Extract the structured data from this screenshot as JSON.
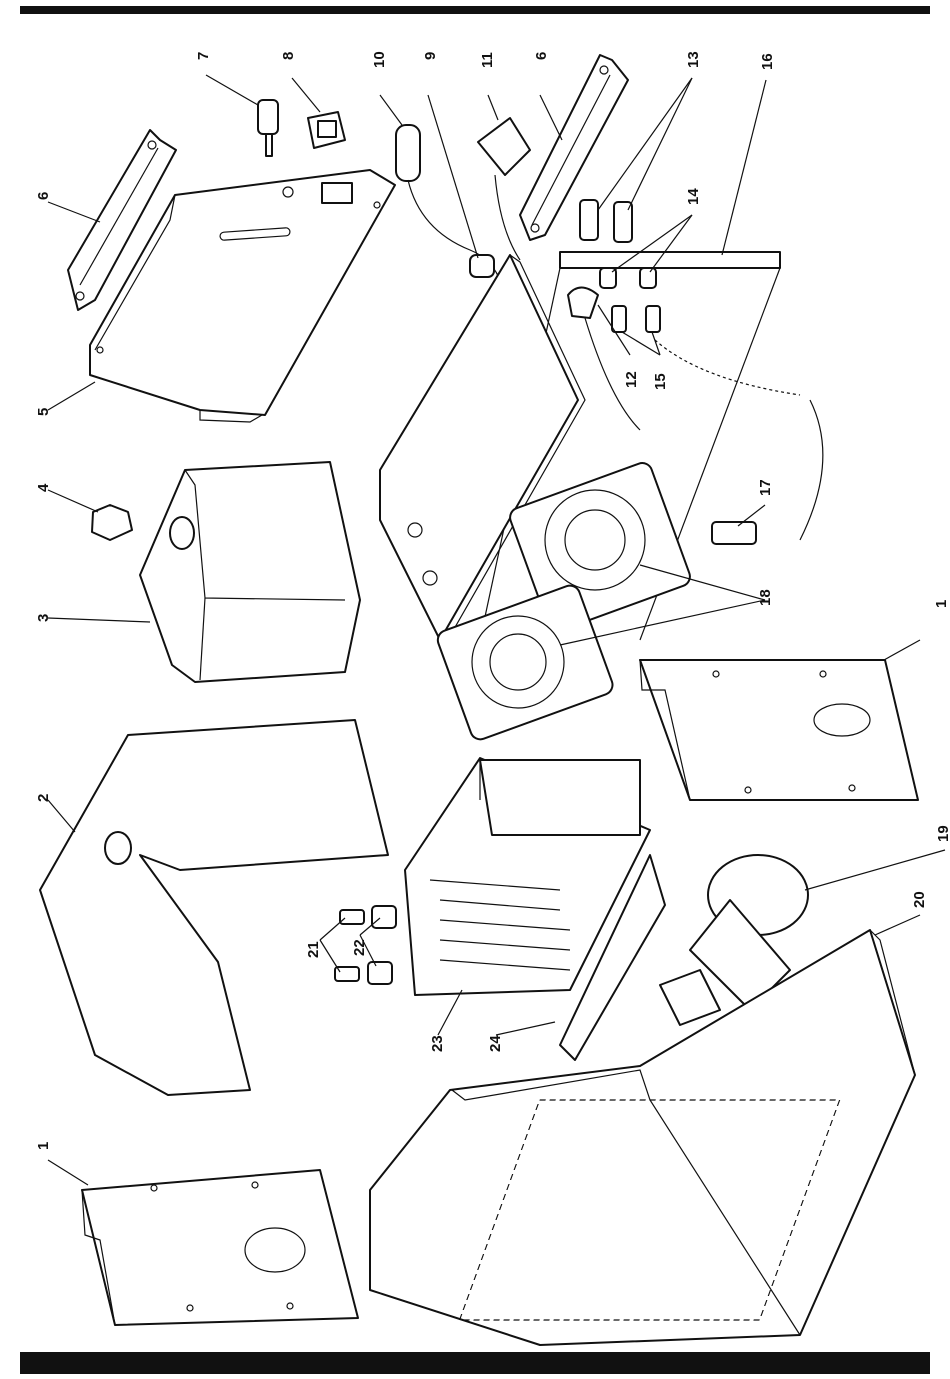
{
  "parts": [
    {
      "id": "p1a",
      "label": "1"
    },
    {
      "id": "p1b",
      "label": "1"
    },
    {
      "id": "p2",
      "label": "2"
    },
    {
      "id": "p3",
      "label": "3"
    },
    {
      "id": "p4",
      "label": "4"
    },
    {
      "id": "p5",
      "label": "5"
    },
    {
      "id": "p6a",
      "label": "6"
    },
    {
      "id": "p6b",
      "label": "6"
    },
    {
      "id": "p7",
      "label": "7"
    },
    {
      "id": "p8",
      "label": "8"
    },
    {
      "id": "p9",
      "label": "9"
    },
    {
      "id": "p10",
      "label": "10"
    },
    {
      "id": "p11",
      "label": "11"
    },
    {
      "id": "p12",
      "label": "12"
    },
    {
      "id": "p13",
      "label": "13"
    },
    {
      "id": "p14",
      "label": "14"
    },
    {
      "id": "p15",
      "label": "15"
    },
    {
      "id": "p16",
      "label": "16"
    },
    {
      "id": "p17",
      "label": "17"
    },
    {
      "id": "p18",
      "label": "18"
    },
    {
      "id": "p19",
      "label": "19"
    },
    {
      "id": "p20",
      "label": "20"
    },
    {
      "id": "p21",
      "label": "21"
    },
    {
      "id": "p22",
      "label": "22"
    },
    {
      "id": "p23",
      "label": "23"
    },
    {
      "id": "p24",
      "label": "24"
    }
  ]
}
